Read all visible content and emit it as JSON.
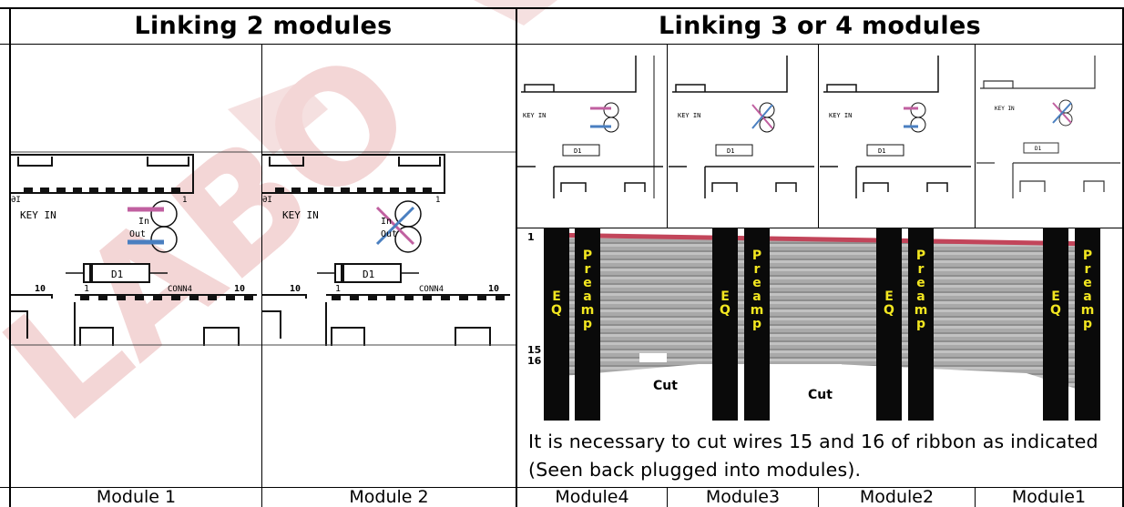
{
  "header": {
    "left_title": "Linking 2 modules",
    "right_title": "Linking 3 or 4 modules"
  },
  "board_labels": {
    "key_in": "KEY IN",
    "in": "In",
    "out": "Out",
    "diode": "D1",
    "conn": "CONN4",
    "pin_10": "10",
    "pin_1": "1",
    "pin_1_left": "1"
  },
  "ribbon": {
    "wire_1": "1",
    "wire_15": "15",
    "wire_16": "16",
    "eq_label": "EQ",
    "preamp_label": "Preamp",
    "cut_label": "Cut"
  },
  "note": "It is necessary to cut wires 15 and 16 of  ribbon as indicated (Seen back  plugged into modules).",
  "footer": {
    "left": [
      "Module 1",
      "Module 2"
    ],
    "right": [
      "Module4",
      "Module3",
      "Module2",
      "Module1"
    ]
  },
  "colors": {
    "in_wire": "#c060a0",
    "out_wire": "#4a7fc0",
    "ribbon_edge": "#c2455a",
    "connector_black": "#0a0a0a",
    "connector_text": "#f2e620",
    "watermark": "#f3d6d6"
  },
  "watermark_text": "LABO"
}
